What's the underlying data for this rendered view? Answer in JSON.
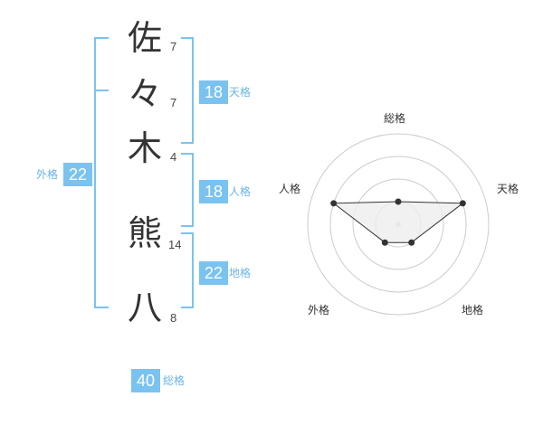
{
  "name": {
    "characters": [
      {
        "char": "佐",
        "strokes": "7"
      },
      {
        "char": "々",
        "strokes": "7"
      },
      {
        "char": "木",
        "strokes": "4"
      },
      {
        "char": "熊",
        "strokes": "14"
      },
      {
        "char": "八",
        "strokes": "8"
      }
    ]
  },
  "fortune": {
    "tenkaku": {
      "value": "18",
      "label": "天格"
    },
    "jinkaku": {
      "value": "18",
      "label": "人格"
    },
    "chikaku": {
      "value": "22",
      "label": "地格"
    },
    "gaikaku": {
      "value": "22",
      "label": "外格"
    },
    "soukaku": {
      "value": "40",
      "label": "総格"
    }
  },
  "radar": {
    "axes": [
      "総格",
      "天格",
      "地格",
      "外格",
      "人格"
    ],
    "levels": 4,
    "values": [
      1,
      3,
      1,
      1,
      3
    ],
    "max": 4
  },
  "colors": {
    "accent": "#7ac3f0",
    "accent_text": "#6ab4e8",
    "bracket": "#7ac3f0",
    "grid": "#cccccc",
    "polygon_fill": "#eeeeee",
    "polygon_stroke": "#333333"
  }
}
